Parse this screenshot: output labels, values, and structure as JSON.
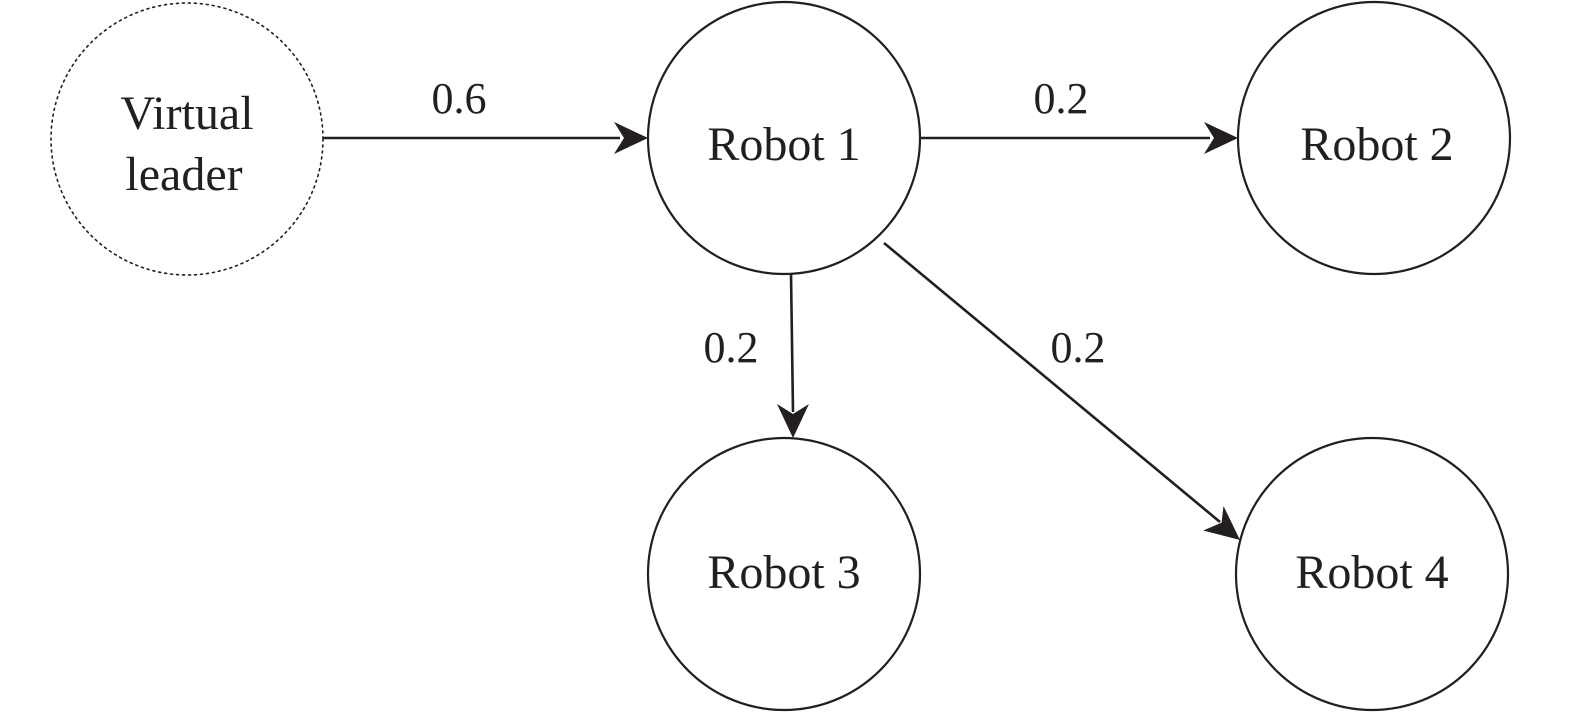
{
  "nodes": {
    "virtual_leader": {
      "line1": "Virtual",
      "line2": "leader"
    },
    "robot1": {
      "label": "Robot 1"
    },
    "robot2": {
      "label": "Robot 2"
    },
    "robot3": {
      "label": "Robot 3"
    },
    "robot4": {
      "label": "Robot 4"
    }
  },
  "edges": {
    "leader_to_robot1": {
      "weight": "0.6"
    },
    "robot1_to_robot2": {
      "weight": "0.2"
    },
    "robot1_to_robot3": {
      "weight": "0.2"
    },
    "robot1_to_robot4": {
      "weight": "0.2"
    }
  },
  "colors": {
    "stroke": "#231f20"
  }
}
